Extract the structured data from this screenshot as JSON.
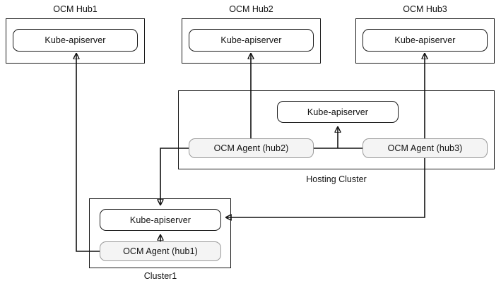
{
  "diagram": {
    "title_hub1": "OCM Hub1",
    "title_hub2": "OCM Hub2",
    "title_hub3": "OCM Hub3",
    "caption_hosting": "Hosting Cluster",
    "caption_cluster1": "Cluster1",
    "hub1_apiserver": "Kube-apiserver",
    "hub2_apiserver": "Kube-apiserver",
    "hub3_apiserver": "Kube-apiserver",
    "hosting_apiserver": "Kube-apiserver",
    "cluster1_apiserver": "Kube-apiserver",
    "agent_hub1": "OCM Agent (hub1)",
    "agent_hub2": "OCM Agent (hub2)",
    "agent_hub3": "OCM Agent (hub3)",
    "colors": {
      "stroke": "#111111",
      "agent_fill": "#f4f4f4",
      "agent_border": "#9a9a9a",
      "node_fill": "#ffffff",
      "background": "#ffffff"
    }
  }
}
